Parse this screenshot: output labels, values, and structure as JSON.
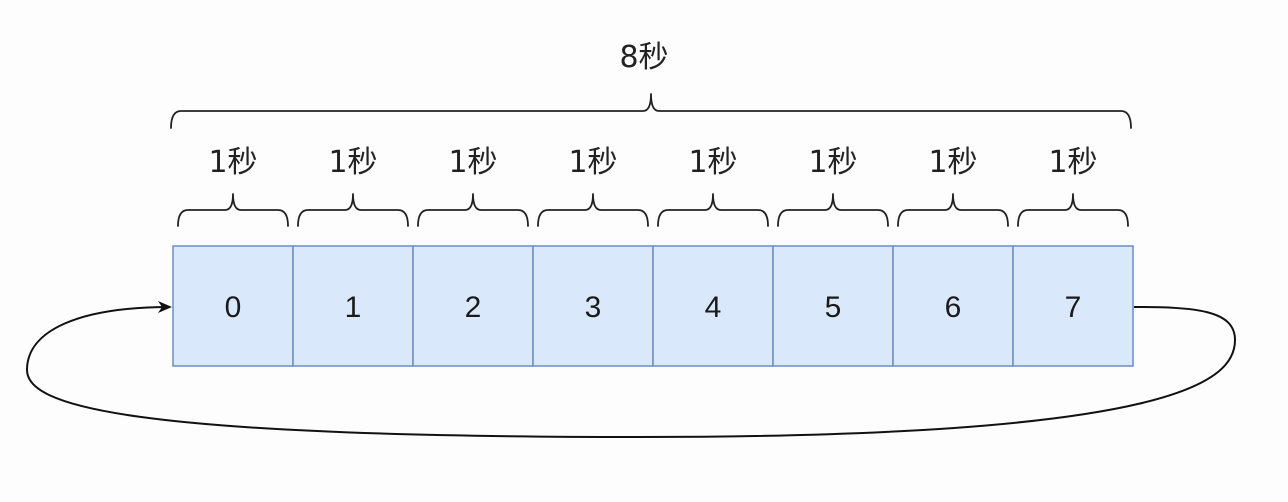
{
  "total_label": "8秒",
  "slot_label": "1秒",
  "slots": [
    "0",
    "1",
    "2",
    "3",
    "4",
    "5",
    "6",
    "7"
  ],
  "colors": {
    "slot_fill": "#dae8fc",
    "slot_stroke": "#6c8ebf",
    "line": "#111111"
  }
}
